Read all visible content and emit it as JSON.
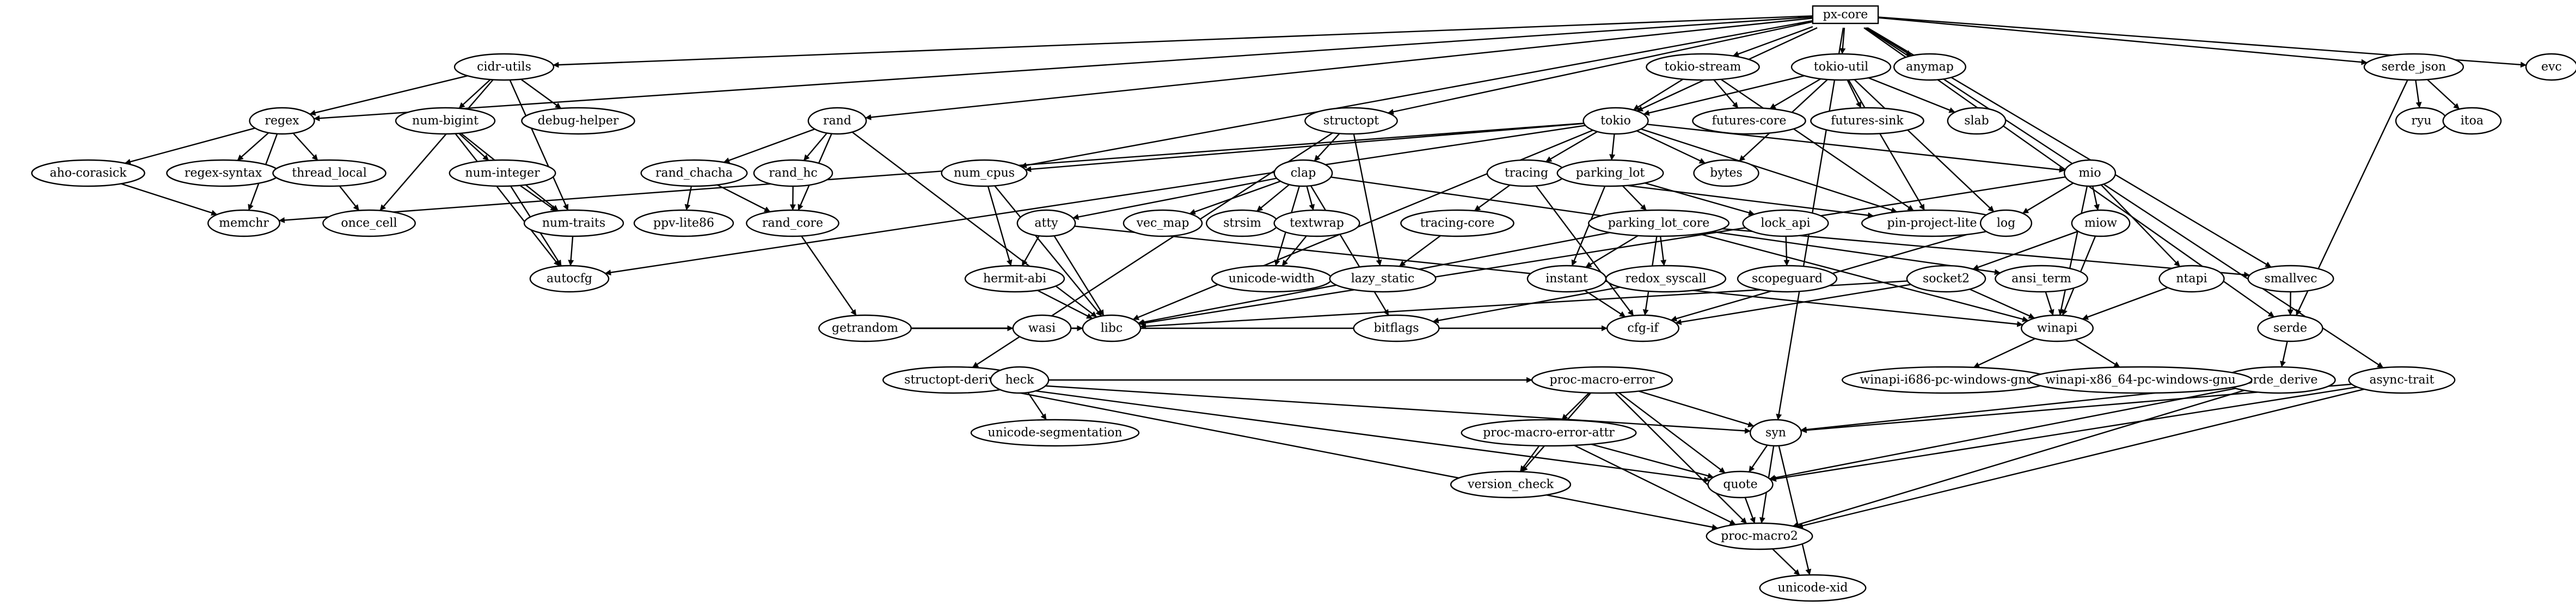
{
  "graph": {
    "nodes": [
      {
        "id": "px-core",
        "label": "px-core",
        "shape": "box"
      },
      {
        "id": "cidr-utils",
        "label": "cidr-utils"
      },
      {
        "id": "tokio-stream",
        "label": "tokio-stream"
      },
      {
        "id": "tokio-util",
        "label": "tokio-util"
      },
      {
        "id": "anymap",
        "label": "anymap"
      },
      {
        "id": "serde_json",
        "label": "serde_json"
      },
      {
        "id": "evc",
        "label": "evc"
      },
      {
        "id": "regex",
        "label": "regex"
      },
      {
        "id": "num-bigint",
        "label": "num-bigint"
      },
      {
        "id": "debug-helper",
        "label": "debug-helper"
      },
      {
        "id": "rand",
        "label": "rand"
      },
      {
        "id": "structopt",
        "label": "structopt"
      },
      {
        "id": "tokio",
        "label": "tokio"
      },
      {
        "id": "futures-core",
        "label": "futures-core"
      },
      {
        "id": "futures-sink",
        "label": "futures-sink"
      },
      {
        "id": "slab",
        "label": "slab"
      },
      {
        "id": "ryu",
        "label": "ryu"
      },
      {
        "id": "itoa",
        "label": "itoa"
      },
      {
        "id": "aho-corasick",
        "label": "aho-corasick"
      },
      {
        "id": "regex-syntax",
        "label": "regex-syntax"
      },
      {
        "id": "thread_local",
        "label": "thread_local"
      },
      {
        "id": "num-integer",
        "label": "num-integer"
      },
      {
        "id": "rand_chacha",
        "label": "rand_chacha"
      },
      {
        "id": "rand_hc",
        "label": "rand_hc"
      },
      {
        "id": "num_cpus",
        "label": "num_cpus"
      },
      {
        "id": "clap",
        "label": "clap"
      },
      {
        "id": "tracing",
        "label": "tracing"
      },
      {
        "id": "parking_lot",
        "label": "parking_lot"
      },
      {
        "id": "bytes",
        "label": "bytes"
      },
      {
        "id": "mio",
        "label": "mio"
      },
      {
        "id": "memchr",
        "label": "memchr"
      },
      {
        "id": "once_cell",
        "label": "once_cell"
      },
      {
        "id": "num-traits",
        "label": "num-traits"
      },
      {
        "id": "ppv-lite86",
        "label": "ppv-lite86"
      },
      {
        "id": "rand_core",
        "label": "rand_core"
      },
      {
        "id": "atty",
        "label": "atty"
      },
      {
        "id": "vec_map",
        "label": "vec_map"
      },
      {
        "id": "strsim",
        "label": "strsim"
      },
      {
        "id": "textwrap",
        "label": "textwrap"
      },
      {
        "id": "tracing-core",
        "label": "tracing-core"
      },
      {
        "id": "parking_lot_core",
        "label": "parking_lot_core"
      },
      {
        "id": "lock_api",
        "label": "lock_api"
      },
      {
        "id": "pin-project-lite",
        "label": "pin-project-lite"
      },
      {
        "id": "log",
        "label": "log"
      },
      {
        "id": "miow",
        "label": "miow"
      },
      {
        "id": "ntapi",
        "label": "ntapi"
      },
      {
        "id": "smallvec",
        "label": "smallvec"
      },
      {
        "id": "autocfg",
        "label": "autocfg"
      },
      {
        "id": "hermit-abi",
        "label": "hermit-abi"
      },
      {
        "id": "unicode-width",
        "label": "unicode-width"
      },
      {
        "id": "lazy_static",
        "label": "lazy_static"
      },
      {
        "id": "instant",
        "label": "instant"
      },
      {
        "id": "redox_syscall",
        "label": "redox_syscall"
      },
      {
        "id": "scopeguard",
        "label": "scopeguard"
      },
      {
        "id": "ansi_term",
        "label": "ansi_term"
      },
      {
        "id": "socket2",
        "label": "socket2"
      },
      {
        "id": "serde",
        "label": "serde"
      },
      {
        "id": "getrandom",
        "label": "getrandom"
      },
      {
        "id": "wasi",
        "label": "wasi"
      },
      {
        "id": "libc",
        "label": "libc"
      },
      {
        "id": "bitflags",
        "label": "bitflags"
      },
      {
        "id": "cfg-if",
        "label": "cfg-if"
      },
      {
        "id": "winapi",
        "label": "winapi"
      },
      {
        "id": "structopt-derive",
        "label": "structopt-derive"
      },
      {
        "id": "heck",
        "label": "heck"
      },
      {
        "id": "proc-macro-error",
        "label": "proc-macro-error"
      },
      {
        "id": "serde_derive",
        "label": "serde_derive"
      },
      {
        "id": "async-trait",
        "label": "async-trait"
      },
      {
        "id": "winapi-i686-pc-windows-gnu",
        "label": "winapi-i686-pc-windows-gnu"
      },
      {
        "id": "winapi-x86_64-pc-windows-gnu",
        "label": "winapi-x86_64-pc-windows-gnu"
      },
      {
        "id": "unicode-segmentation",
        "label": "unicode-segmentation"
      },
      {
        "id": "proc-macro-error-attr",
        "label": "proc-macro-error-attr"
      },
      {
        "id": "syn",
        "label": "syn"
      },
      {
        "id": "version_check",
        "label": "version_check"
      },
      {
        "id": "quote",
        "label": "quote"
      },
      {
        "id": "proc-macro2",
        "label": "proc-macro2"
      },
      {
        "id": "unicode-xid",
        "label": "unicode-xid"
      }
    ],
    "edges": [
      [
        "px-core",
        "cidr-utils"
      ],
      [
        "px-core",
        "regex"
      ],
      [
        "px-core",
        "rand"
      ],
      [
        "px-core",
        "num_cpus"
      ],
      [
        "px-core",
        "structopt"
      ],
      [
        "px-core",
        "tokio"
      ],
      [
        "px-core",
        "tokio-stream"
      ],
      [
        "px-core",
        "tokio-util"
      ],
      [
        "px-core",
        "anymap"
      ],
      [
        "px-core",
        "syn"
      ],
      [
        "px-core",
        "smallvec"
      ],
      [
        "px-core",
        "serde"
      ],
      [
        "px-core",
        "serde_json"
      ],
      [
        "px-core",
        "async-trait"
      ],
      [
        "px-core",
        "evc"
      ],
      [
        "cidr-utils",
        "regex"
      ],
      [
        "cidr-utils",
        "num-bigint"
      ],
      [
        "cidr-utils",
        "debug-helper"
      ],
      [
        "cidr-utils",
        "once_cell"
      ],
      [
        "cidr-utils",
        "num-traits"
      ],
      [
        "regex",
        "aho-corasick"
      ],
      [
        "regex",
        "regex-syntax"
      ],
      [
        "regex",
        "thread_local"
      ],
      [
        "regex",
        "memchr"
      ],
      [
        "aho-corasick",
        "memchr"
      ],
      [
        "thread_local",
        "once_cell"
      ],
      [
        "num-bigint",
        "num-integer"
      ],
      [
        "num-bigint",
        "num-traits"
      ],
      [
        "num-bigint",
        "autocfg"
      ],
      [
        "num-integer",
        "num-traits"
      ],
      [
        "num-integer",
        "autocfg"
      ],
      [
        "num-traits",
        "autocfg"
      ],
      [
        "rand",
        "rand_chacha"
      ],
      [
        "rand",
        "rand_hc"
      ],
      [
        "rand",
        "rand_core"
      ],
      [
        "rand",
        "libc"
      ],
      [
        "rand_chacha",
        "ppv-lite86"
      ],
      [
        "rand_chacha",
        "rand_core"
      ],
      [
        "rand_hc",
        "rand_core"
      ],
      [
        "rand_core",
        "getrandom"
      ],
      [
        "getrandom",
        "wasi"
      ],
      [
        "getrandom",
        "libc"
      ],
      [
        "getrandom",
        "cfg-if"
      ],
      [
        "num_cpus",
        "hermit-abi"
      ],
      [
        "num_cpus",
        "libc"
      ],
      [
        "hermit-abi",
        "libc"
      ],
      [
        "structopt",
        "clap"
      ],
      [
        "structopt",
        "lazy_static"
      ],
      [
        "structopt",
        "structopt-derive"
      ],
      [
        "clap",
        "atty"
      ],
      [
        "clap",
        "vec_map"
      ],
      [
        "clap",
        "strsim"
      ],
      [
        "clap",
        "textwrap"
      ],
      [
        "clap",
        "unicode-width"
      ],
      [
        "clap",
        "bitflags"
      ],
      [
        "clap",
        "ansi_term"
      ],
      [
        "textwrap",
        "unicode-width"
      ],
      [
        "atty",
        "hermit-abi"
      ],
      [
        "atty",
        "libc"
      ],
      [
        "atty",
        "winapi"
      ],
      [
        "tokio-stream",
        "tokio"
      ],
      [
        "tokio-stream",
        "futures-core"
      ],
      [
        "tokio-stream",
        "pin-project-lite"
      ],
      [
        "tokio-util",
        "tokio"
      ],
      [
        "tokio-util",
        "futures-core"
      ],
      [
        "tokio-util",
        "futures-sink"
      ],
      [
        "tokio-util",
        "slab"
      ],
      [
        "tokio-util",
        "bytes"
      ],
      [
        "tokio-util",
        "log"
      ],
      [
        "tokio-util",
        "pin-project-lite"
      ],
      [
        "tokio",
        "bytes"
      ],
      [
        "tokio",
        "mio"
      ],
      [
        "tokio",
        "num_cpus"
      ],
      [
        "tokio",
        "tracing"
      ],
      [
        "tokio",
        "parking_lot"
      ],
      [
        "tokio",
        "pin-project-lite"
      ],
      [
        "tokio",
        "memchr"
      ],
      [
        "tokio",
        "libc"
      ],
      [
        "tokio",
        "autocfg"
      ],
      [
        "tracing",
        "tracing-core"
      ],
      [
        "tracing",
        "pin-project-lite"
      ],
      [
        "tracing",
        "cfg-if"
      ],
      [
        "tracing-core",
        "lazy_static"
      ],
      [
        "parking_lot",
        "parking_lot_core"
      ],
      [
        "parking_lot",
        "lock_api"
      ],
      [
        "parking_lot",
        "instant"
      ],
      [
        "parking_lot_core",
        "instant"
      ],
      [
        "parking_lot_core",
        "redox_syscall"
      ],
      [
        "parking_lot_core",
        "smallvec"
      ],
      [
        "parking_lot_core",
        "cfg-if"
      ],
      [
        "parking_lot_core",
        "libc"
      ],
      [
        "parking_lot_core",
        "winapi"
      ],
      [
        "lock_api",
        "scopeguard"
      ],
      [
        "instant",
        "cfg-if"
      ],
      [
        "redox_syscall",
        "bitflags"
      ],
      [
        "mio",
        "log"
      ],
      [
        "mio",
        "miow"
      ],
      [
        "mio",
        "ntapi"
      ],
      [
        "mio",
        "winapi"
      ],
      [
        "mio",
        "libc"
      ],
      [
        "miow",
        "socket2"
      ],
      [
        "miow",
        "winapi"
      ],
      [
        "socket2",
        "winapi"
      ],
      [
        "socket2",
        "libc"
      ],
      [
        "socket2",
        "cfg-if"
      ],
      [
        "ntapi",
        "winapi"
      ],
      [
        "ansi_term",
        "winapi"
      ],
      [
        "log",
        "cfg-if"
      ],
      [
        "winapi",
        "winapi-i686-pc-windows-gnu"
      ],
      [
        "winapi",
        "winapi-x86_64-pc-windows-gnu"
      ],
      [
        "serde_json",
        "ryu"
      ],
      [
        "serde_json",
        "itoa"
      ],
      [
        "serde_json",
        "serde"
      ],
      [
        "smallvec",
        "serde"
      ],
      [
        "serde",
        "serde_derive"
      ],
      [
        "serde_derive",
        "syn"
      ],
      [
        "serde_derive",
        "quote"
      ],
      [
        "serde_derive",
        "proc-macro2"
      ],
      [
        "async-trait",
        "syn"
      ],
      [
        "async-trait",
        "quote"
      ],
      [
        "async-trait",
        "proc-macro2"
      ],
      [
        "structopt-derive",
        "heck"
      ],
      [
        "structopt-derive",
        "proc-macro-error"
      ],
      [
        "structopt-derive",
        "syn"
      ],
      [
        "structopt-derive",
        "quote"
      ],
      [
        "structopt-derive",
        "proc-macro2"
      ],
      [
        "heck",
        "unicode-segmentation"
      ],
      [
        "proc-macro-error",
        "proc-macro-error-attr"
      ],
      [
        "proc-macro-error",
        "version_check"
      ],
      [
        "proc-macro-error",
        "syn"
      ],
      [
        "proc-macro-error",
        "quote"
      ],
      [
        "proc-macro-error",
        "proc-macro2"
      ],
      [
        "proc-macro-error-attr",
        "version_check"
      ],
      [
        "proc-macro-error-attr",
        "quote"
      ],
      [
        "proc-macro-error-attr",
        "proc-macro2"
      ],
      [
        "syn",
        "quote"
      ],
      [
        "syn",
        "proc-macro2"
      ],
      [
        "syn",
        "unicode-xid"
      ],
      [
        "quote",
        "proc-macro2"
      ],
      [
        "proc-macro2",
        "unicode-xid"
      ]
    ]
  }
}
